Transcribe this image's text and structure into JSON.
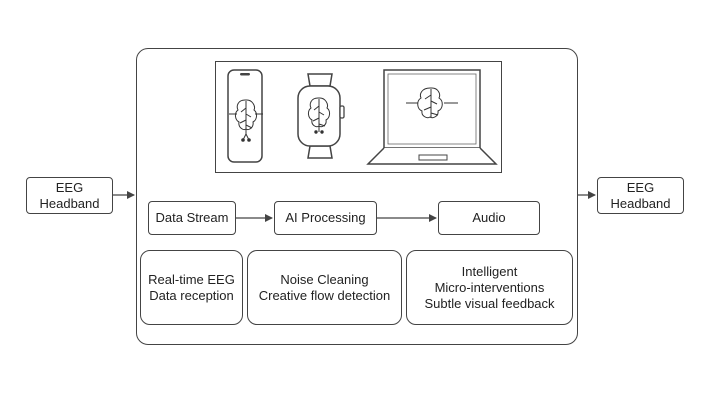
{
  "inputs": {
    "left": {
      "line1": "EEG",
      "line2": "Headband"
    },
    "right": {
      "line1": "EEG",
      "line2": "Headband"
    }
  },
  "pipeline": {
    "data_stream": "Data Stream",
    "ai_processing": "AI Processing",
    "audio": "Audio"
  },
  "details": {
    "data_stream": {
      "line1": "Real-time EEG",
      "line2": "Data reception"
    },
    "ai_processing": {
      "line1": "Noise Cleaning",
      "line2": "Creative flow detection"
    },
    "audio": {
      "line1": "Intelligent",
      "line2": "Micro-interventions",
      "line3": "Subtle visual feedback"
    }
  },
  "devices": [
    "phone-icon",
    "smartwatch-icon",
    "laptop-icon"
  ]
}
